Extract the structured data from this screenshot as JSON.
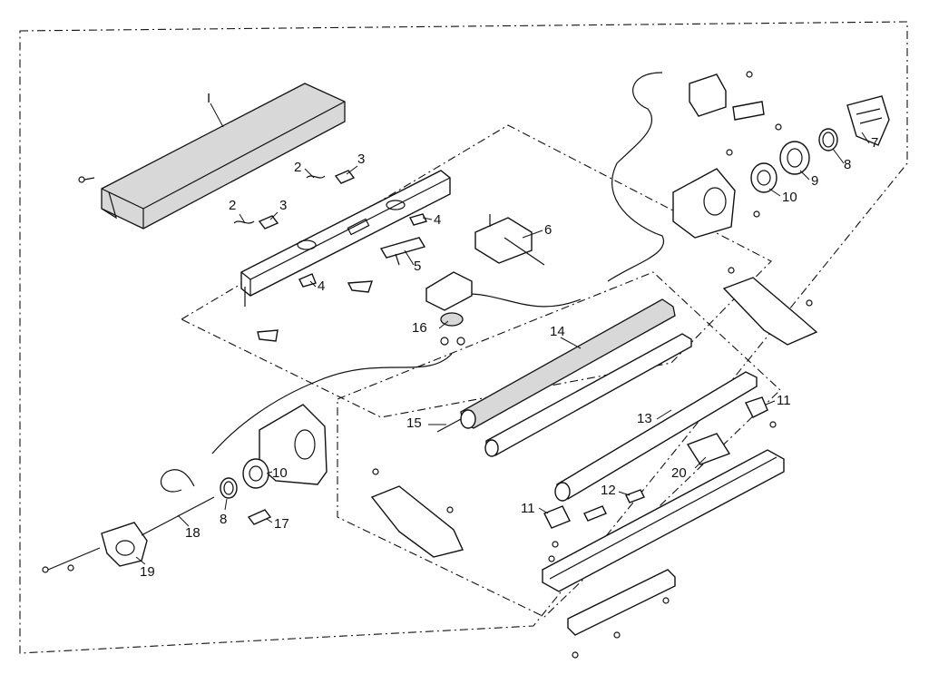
{
  "diagram": {
    "callouts": {
      "c1": "I",
      "c2a": "2",
      "c3a": "3",
      "c2b": "2",
      "c3b": "3",
      "c4a": "4",
      "c4b": "4",
      "c5": "5",
      "c6": "6",
      "c7": "7",
      "c8a": "8",
      "c9": "9",
      "c10a": "10",
      "c14": "14",
      "c15": "15",
      "c16": "16",
      "c13": "13",
      "c11a": "11",
      "c20": "20",
      "c12": "12",
      "c11b": "11",
      "c10b": "10",
      "c8b": "8",
      "c17": "17",
      "c18": "18",
      "c19": "19"
    }
  }
}
